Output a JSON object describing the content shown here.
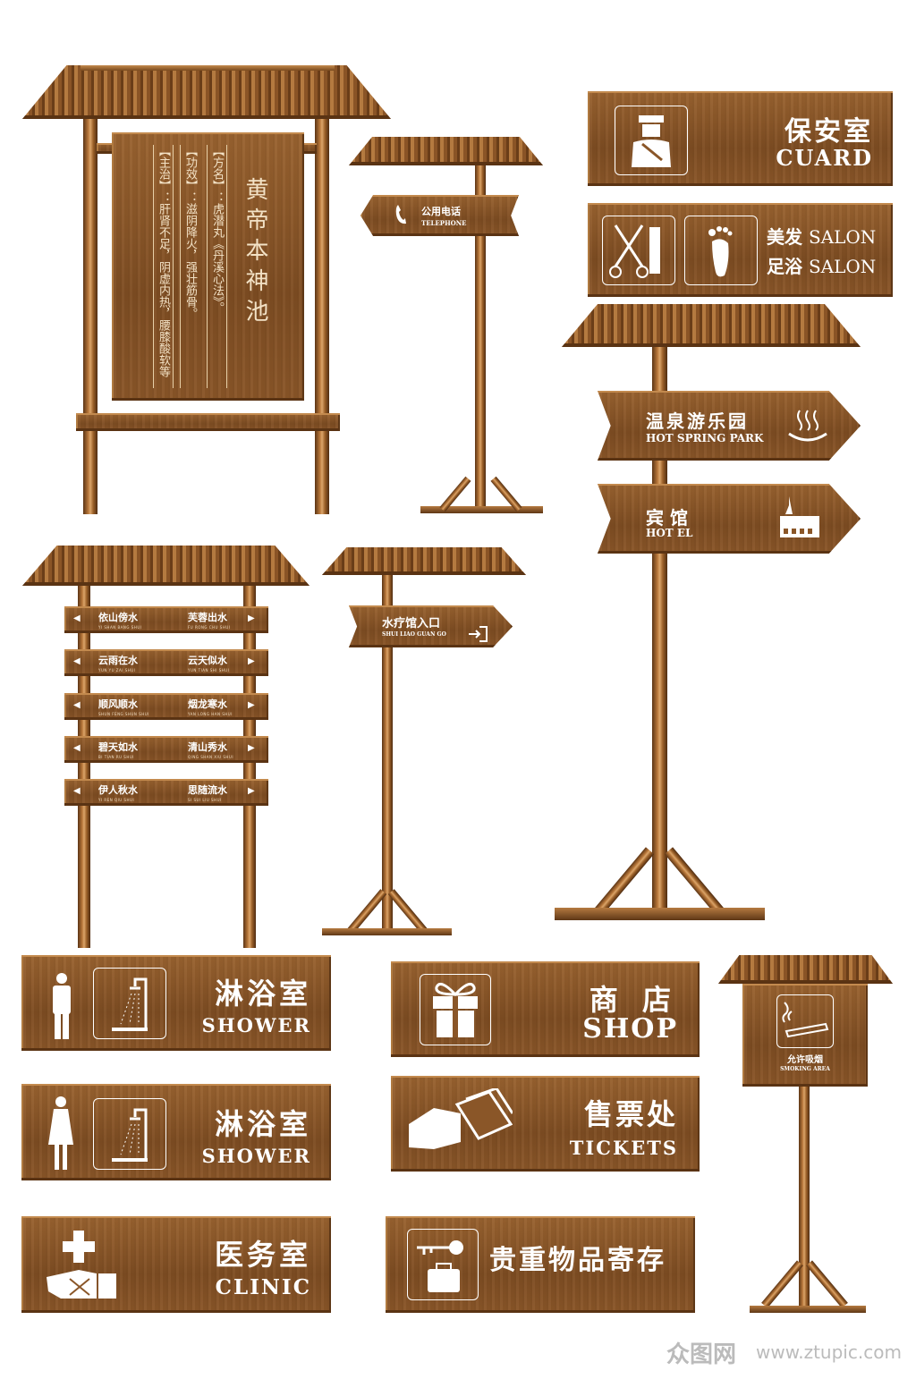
{
  "big_board": {
    "title": "黄帝本神池",
    "columns": [
      "【方名】：虎潜丸《丹溪心法》。",
      "【功效】：滋阴降火，强壮筋骨。",
      "【主治】：肝肾不足，阴虚内热，腰膝酸软等"
    ]
  },
  "telephone_sign": {
    "cn": "公用电话",
    "en": "TELEPHONE",
    "icon": "telephone-icon"
  },
  "guard_sign": {
    "cn": "保安室",
    "en": "CUARD",
    "icon": "guard-icon"
  },
  "salon_sign": {
    "line1_cn": "美发",
    "line1_en": "SALON",
    "line2_cn": "足浴",
    "line2_en": "SALON",
    "icons": [
      "scissors-comb-icon",
      "footprint-icon"
    ]
  },
  "hot_spring_sign": {
    "cn": "温泉游乐园",
    "en": "HOT SPRING PARK",
    "icon": "hot-spring-icon"
  },
  "hotel_sign": {
    "cn": "宾 馆",
    "en": "HOT EL",
    "icon": "hotel-building-icon"
  },
  "direction_board": {
    "rows": [
      {
        "left_cn": "依山傍水",
        "left_en": "YI SHAN BANG SHUI",
        "right_cn": "芙蓉出水",
        "right_en": "FU RONG CHU SHUI"
      },
      {
        "left_cn": "云雨在水",
        "left_en": "YUN YU ZAI SHUI",
        "right_cn": "云天似水",
        "right_en": "YUN TIAN SHI SHUI"
      },
      {
        "left_cn": "顺风顺水",
        "left_en": "SHUN FENG SHUN SHUI",
        "right_cn": "烟龙寒水",
        "right_en": "YAN LONG HAN SHUI"
      },
      {
        "left_cn": "碧天如水",
        "left_en": "BI TIAN RU SHUI",
        "right_cn": "清山秀水",
        "right_en": "QING SHAN XIU SHUI"
      },
      {
        "left_cn": "伊人秋水",
        "left_en": "YI REN QIU SHUI",
        "right_cn": "思随流水",
        "right_en": "SI SUI LIU SHUI"
      }
    ]
  },
  "spa_entrance_sign": {
    "cn": "水疗馆入口",
    "en": "SHUI LIAO GUAN GO",
    "icon": "enter-icon"
  },
  "shower_male": {
    "cn": "淋浴室",
    "en": "SHOWER",
    "icons": [
      "man-icon",
      "shower-icon"
    ]
  },
  "shower_female": {
    "cn": "淋浴室",
    "en": "SHOWER",
    "icons": [
      "woman-icon",
      "shower-icon"
    ]
  },
  "clinic": {
    "cn": "医务室",
    "en": "CLINIC",
    "icon": "medical-hand-icon"
  },
  "shop": {
    "cn": "商 店",
    "en": "SHOP",
    "icon": "gift-icon"
  },
  "tickets": {
    "cn": "售票处",
    "en": "TICKETS",
    "icon": "ticket-hand-icon"
  },
  "storage": {
    "cn": "贵重物品寄存",
    "icon": "key-suitcase-icon"
  },
  "smoking": {
    "cn": "允许吸烟",
    "en": "SMOKING AREA",
    "icon": "cigarette-icon"
  },
  "watermark": {
    "logo": "众图网",
    "url": "www.ztupic.com"
  },
  "colors": {
    "wood": "#8a5628",
    "wood_dark": "#5a3313",
    "text": "#ffffff"
  }
}
